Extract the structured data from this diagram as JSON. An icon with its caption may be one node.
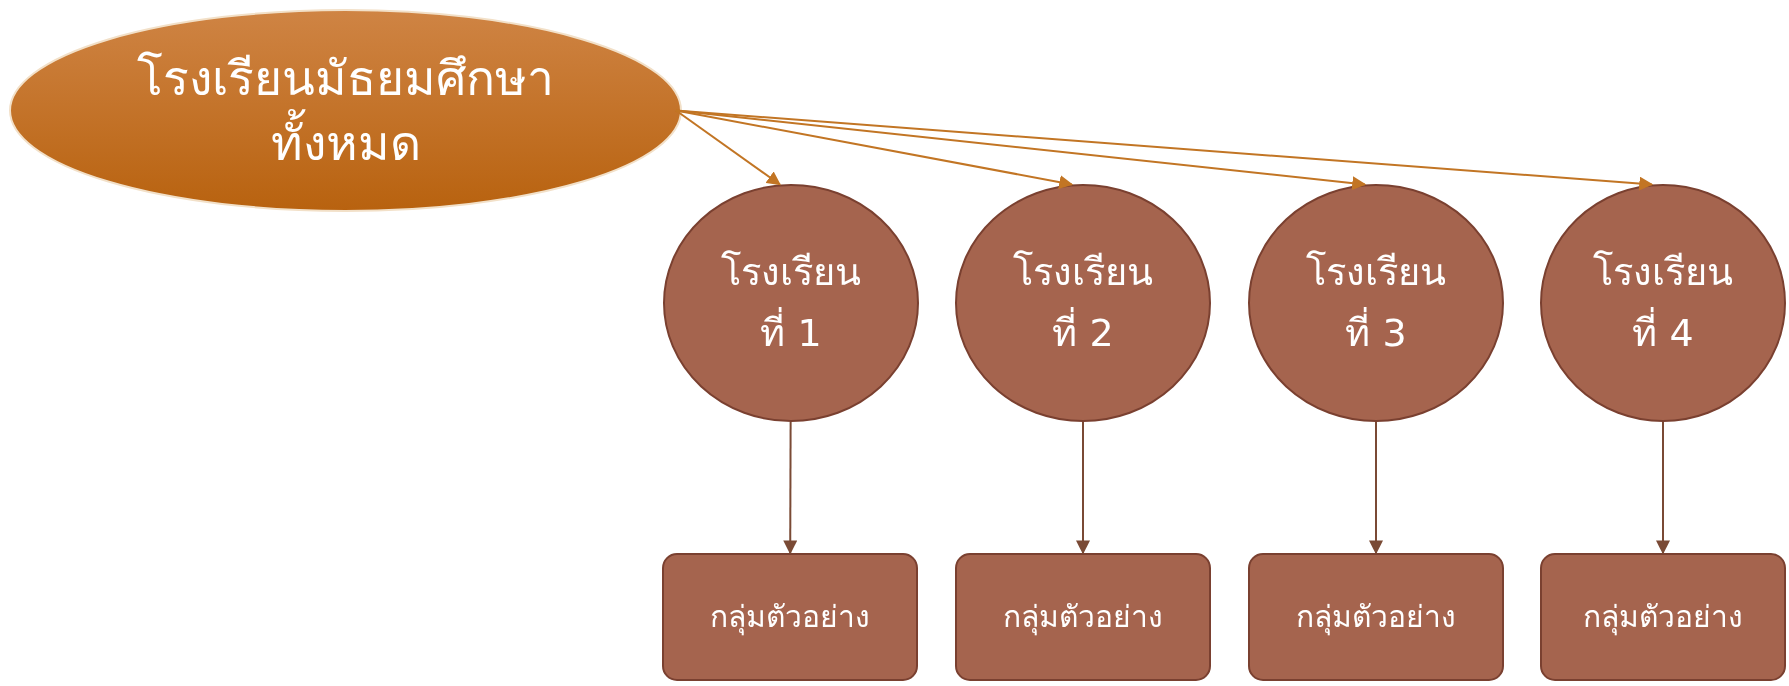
{
  "diagram": {
    "nodes": [
      {
        "text": [
          "โรงเรียนมัธยมศึกษา ทั้งหมด"
        ]
      },
      {
        "text": [
          "โรงเรียน ที่ 1"
        ]
      },
      {
        "text": [
          "โรงเรียน ที่ 2"
        ]
      },
      {
        "text": [
          "โรงเรียน ที่ 3"
        ]
      },
      {
        "text": [
          "โรงเรียน ที่ 4"
        ]
      },
      {
        "text": [
          "กลุ่มตัวอย่าง"
        ]
      },
      {
        "text": [
          "กลุ่มตัวอย่าง"
        ]
      },
      {
        "text": [
          "กลุ่มตัวอย่าง"
        ]
      },
      {
        "text": [
          "กลุ่มตัวอย่าง"
        ]
      }
    ],
    "edges": [
      {
        "from": 0,
        "to": 1,
        "arrow": "to",
        "color": "#c27524"
      },
      {
        "from": 0,
        "to": 2,
        "arrow": "to",
        "color": "#c27524"
      },
      {
        "from": 0,
        "to": 3,
        "arrow": "to",
        "color": "#c27524"
      },
      {
        "from": 0,
        "to": 4,
        "arrow": "to",
        "color": "#c27524"
      },
      {
        "from": 1,
        "to": 5,
        "arrow": "to"
      },
      {
        "from": 2,
        "to": 6,
        "arrow": "to"
      },
      {
        "from": 3,
        "to": 7,
        "arrow": "to"
      },
      {
        "from": 4,
        "to": 8,
        "arrow": "to"
      }
    ]
  }
}
